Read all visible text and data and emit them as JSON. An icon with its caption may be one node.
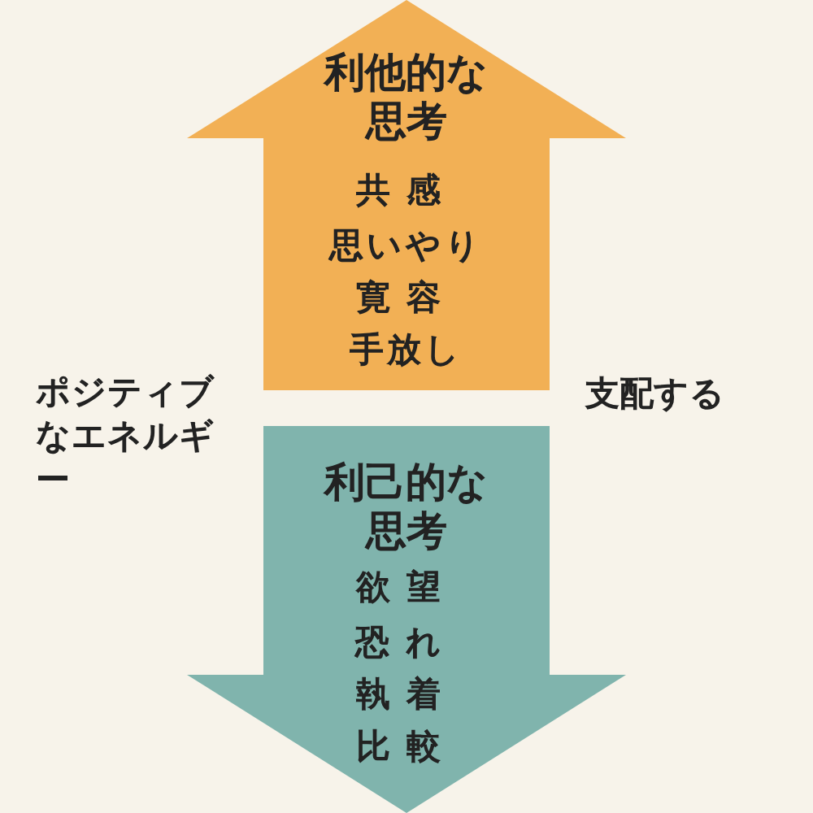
{
  "diagram": {
    "nodes": [
      {
        "text": [
          "利他的な思考",
          "共感",
          "思いやり",
          "寛容",
          "手放し"
        ]
      },
      {
        "text": [
          "利己的な思考",
          "欲望",
          "恐れ",
          "執着",
          "比較"
        ]
      }
    ],
    "labels": [
      "ポジティブなエネルギー",
      "支配する"
    ]
  }
}
